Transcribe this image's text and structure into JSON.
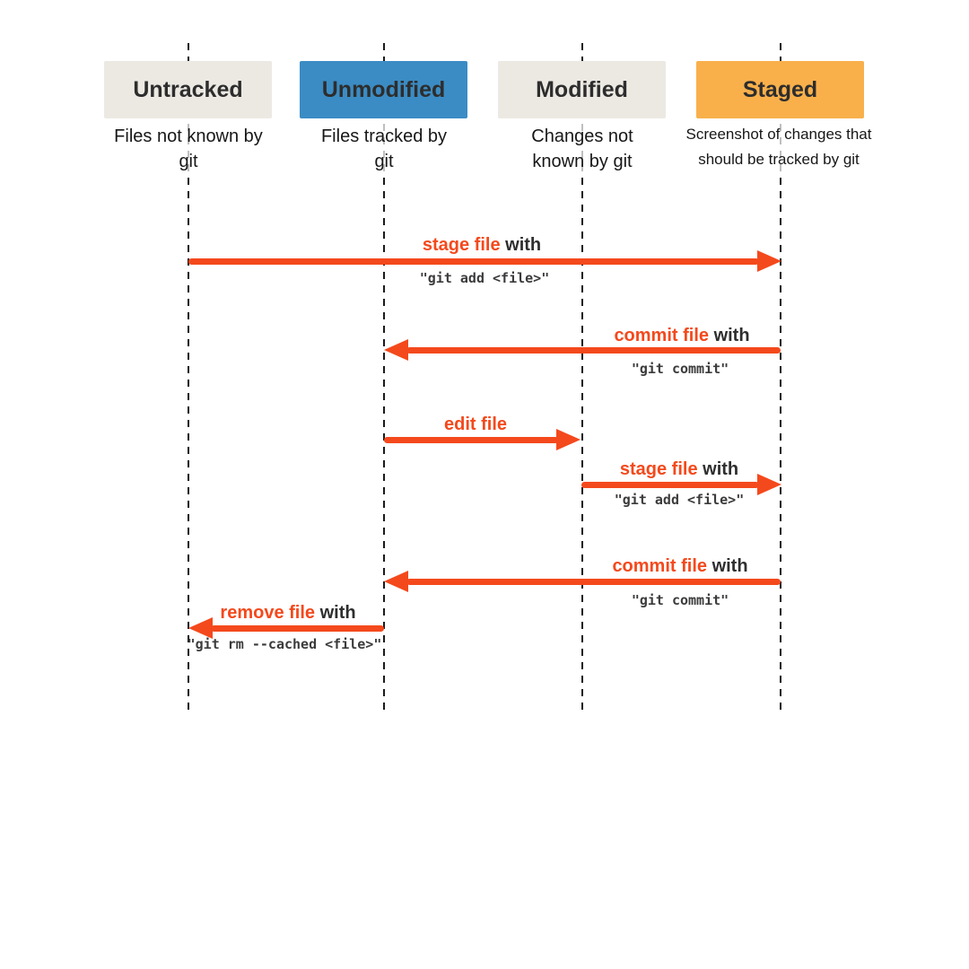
{
  "colors": {
    "arrow": "#f4491c",
    "accent_text": "#f4491c",
    "dark_text": "#2d2d2d",
    "lifeline": "#1b1b1b",
    "box_gray": "#ece9e3",
    "box_blue": "#3b8cc4",
    "box_orange": "#f9b04b",
    "background": "#ffffff"
  },
  "columns": [
    {
      "id": "untracked",
      "label": "Untracked",
      "subtitle": "Files not known by git",
      "box_color": "#ece9e3"
    },
    {
      "id": "unmodified",
      "label": "Unmodified",
      "subtitle": "Files tracked by git",
      "box_color": "#3b8cc4"
    },
    {
      "id": "modified",
      "label": "Modified",
      "subtitle": "Changes not known by git",
      "box_color": "#ece9e3"
    },
    {
      "id": "staged",
      "label": "Staged",
      "subtitle": "Screenshot of changes that should be tracked by git",
      "box_color": "#f9b04b"
    }
  ],
  "arrows": [
    {
      "action": "stage file",
      "connector": " with",
      "code": "\"git add <file>\"",
      "from": "untracked",
      "to": "staged",
      "direction": "right"
    },
    {
      "action": "commit file",
      "connector": " with",
      "code": "\"git commit\"",
      "from": "staged",
      "to": "unmodified",
      "direction": "left"
    },
    {
      "action": "edit file",
      "connector": "",
      "code": "",
      "from": "unmodified",
      "to": "modified",
      "direction": "right"
    },
    {
      "action": "stage file",
      "connector": " with",
      "code": "\"git add <file>\"",
      "from": "modified",
      "to": "staged",
      "direction": "right"
    },
    {
      "action": "commit file",
      "connector": " with",
      "code": "\"git commit\"",
      "from": "staged",
      "to": "unmodified",
      "direction": "left"
    },
    {
      "action": "remove file",
      "connector": " with",
      "code": "\"git rm --cached <file>\"",
      "from": "unmodified",
      "to": "untracked",
      "direction": "left"
    }
  ]
}
